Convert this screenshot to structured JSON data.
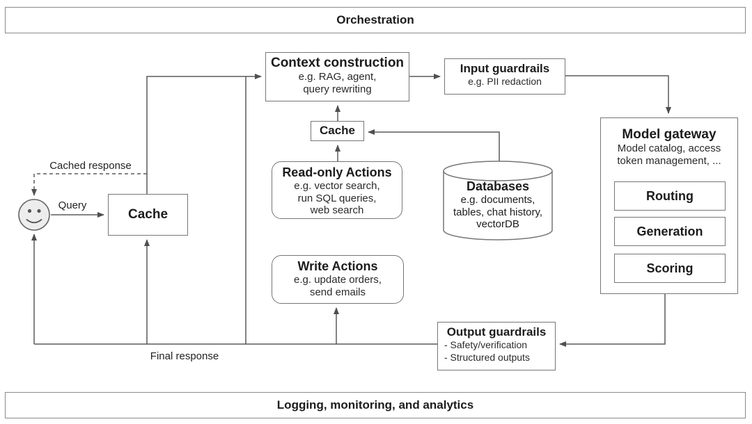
{
  "banners": {
    "top": "Orchestration",
    "bottom": "Logging, monitoring, and analytics"
  },
  "nodes": {
    "context_construction": {
      "title": "Context construction",
      "lines": [
        "e.g. RAG, agent,",
        "query rewriting"
      ]
    },
    "input_guardrails": {
      "title": "Input guardrails",
      "lines": [
        "e.g. PII redaction"
      ]
    },
    "model_gateway": {
      "title": "Model gateway",
      "lines": [
        "Model catalog, access",
        "token management, ..."
      ],
      "children": [
        "Routing",
        "Generation",
        "Scoring"
      ]
    },
    "cache_user": {
      "title": "Cache"
    },
    "cache_context": {
      "title": "Cache"
    },
    "read_only_actions": {
      "title": "Read-only Actions",
      "lines": [
        "e.g. vector search,",
        "run SQL queries,",
        "web search"
      ]
    },
    "write_actions": {
      "title": "Write Actions",
      "lines": [
        "e.g. update orders,",
        "send emails"
      ]
    },
    "databases": {
      "title": "Databases",
      "lines": [
        "e.g. documents,",
        "tables, chat history,",
        "vectorDB"
      ]
    },
    "output_guardrails": {
      "title": "Output guardrails",
      "lines": [
        "- Safety/verification",
        "- Structured outputs"
      ]
    }
  },
  "edge_labels": {
    "query": "Query",
    "cached_response": "Cached response",
    "final_response": "Final response"
  },
  "icons": {
    "user": "smiley-user-icon"
  },
  "colors": {
    "connector": "#5a5a5a",
    "box_border": "#767676",
    "banner_border": "#8a8a8a",
    "text": "#1c1c1c",
    "smiley_fill": "#ededed"
  }
}
